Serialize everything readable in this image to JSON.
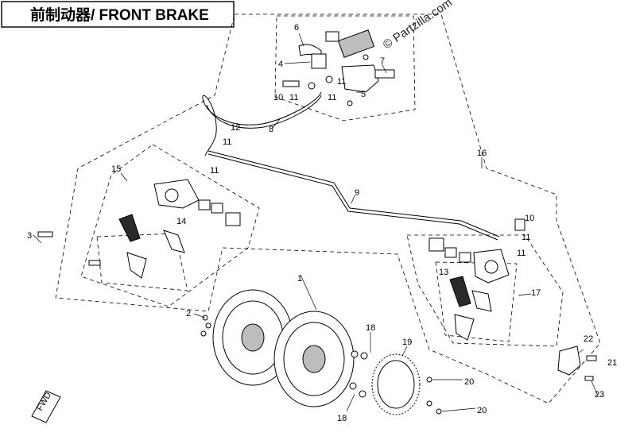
{
  "title": "前制动器/ FRONT BRAKE",
  "watermark": "© Partzilla.com",
  "fwd_label": "FWD",
  "callouts": [
    {
      "id": "c1",
      "label": "1"
    },
    {
      "id": "c2",
      "label": "2"
    },
    {
      "id": "c3",
      "label": "3"
    },
    {
      "id": "c4",
      "label": "4"
    },
    {
      "id": "c5",
      "label": "5"
    },
    {
      "id": "c6",
      "label": "6"
    },
    {
      "id": "c7",
      "label": "7"
    },
    {
      "id": "c8",
      "label": "8"
    },
    {
      "id": "c9",
      "label": "9"
    },
    {
      "id": "c10a",
      "label": "10"
    },
    {
      "id": "c10b",
      "label": "10"
    },
    {
      "id": "c11a",
      "label": "11"
    },
    {
      "id": "c11b",
      "label": "11"
    },
    {
      "id": "c11c",
      "label": "11"
    },
    {
      "id": "c11d",
      "label": "11"
    },
    {
      "id": "c11e",
      "label": "11"
    },
    {
      "id": "c11f",
      "label": "11"
    },
    {
      "id": "c11g",
      "label": "11"
    },
    {
      "id": "c12",
      "label": "12"
    },
    {
      "id": "c13",
      "label": "13"
    },
    {
      "id": "c14",
      "label": "14"
    },
    {
      "id": "c15",
      "label": "15"
    },
    {
      "id": "c16",
      "label": "16"
    },
    {
      "id": "c17",
      "label": "17"
    },
    {
      "id": "c18a",
      "label": "18"
    },
    {
      "id": "c18b",
      "label": "18"
    },
    {
      "id": "c19",
      "label": "19"
    },
    {
      "id": "c20a",
      "label": "20"
    },
    {
      "id": "c20b",
      "label": "20"
    },
    {
      "id": "c21",
      "label": "21"
    },
    {
      "id": "c22",
      "label": "22"
    },
    {
      "id": "c23",
      "label": "23"
    }
  ]
}
